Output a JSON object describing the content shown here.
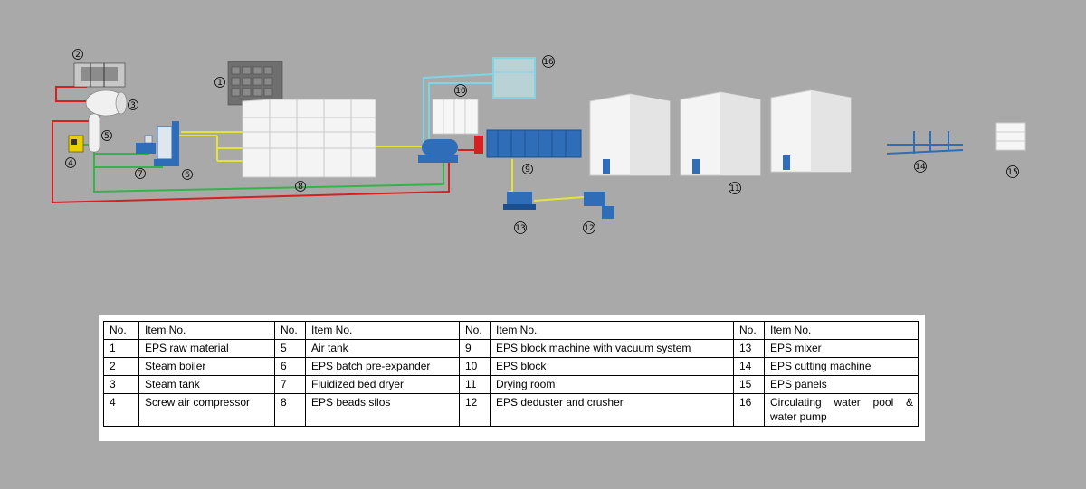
{
  "callouts": [
    "1",
    "2",
    "3",
    "4",
    "5",
    "6",
    "7",
    "8",
    "9",
    "10",
    "11",
    "12",
    "13",
    "14",
    "15",
    "16"
  ],
  "colors": {
    "background": "#a9a9a9",
    "steam_line": "#d42020",
    "air_line": "#34b34a",
    "material_line": "#e3e33a",
    "water_line": "#7fd4e6",
    "machine_blue": "#2f6db8",
    "building_white": "#f4f4f4"
  },
  "legend": {
    "headers": [
      "No.",
      "Item No.",
      "No.",
      "Item No.",
      "No.",
      "Item No.",
      "No.",
      "Item No."
    ],
    "rows": [
      [
        "1",
        "EPS raw material",
        "5",
        "Air tank",
        "9",
        "EPS block machine with vacuum system",
        "13",
        "EPS mixer"
      ],
      [
        "2",
        "Steam boiler",
        "6",
        "EPS batch pre-expander",
        "10",
        "EPS block",
        "14",
        "EPS cutting machine"
      ],
      [
        "3",
        "Steam tank",
        "7",
        "Fluidized bed dryer",
        "11",
        "Drying room",
        "15",
        "EPS panels"
      ],
      [
        "4",
        "Screw air compressor",
        "8",
        "EPS beads silos",
        "12",
        "EPS deduster and crusher",
        "16",
        "Circulating water pool &"
      ]
    ],
    "row4_extra": "water pump"
  }
}
